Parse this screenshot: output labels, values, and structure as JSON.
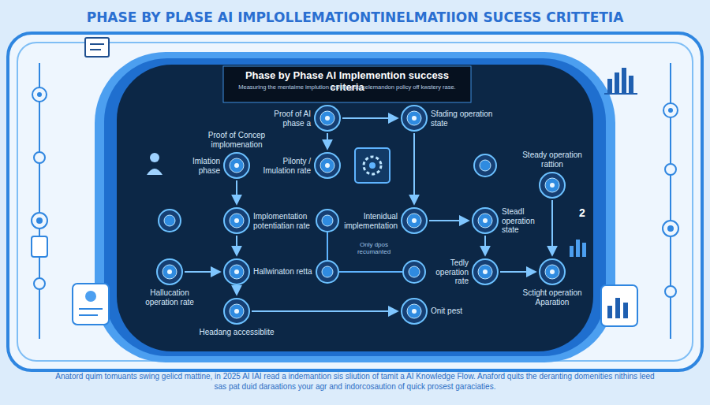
{
  "diagram": {
    "title": "PHASE BY PLASE AI IMPLOLLEMATIONTINELMATIION SUCESS CRITTETIA",
    "caption": "Anatord quim tomuants swing gelicd mattine, in 2025 AI IAI read a indemantion sis sliution of tamit a AI Knowledge Flow. Anaford quits the deranting domenities nithins leed sas pat duid daraations your agr and indorcosaution of quick prosest garaciaties.",
    "nodes": [
      {
        "text": [
          "Proof of Concep implomenation",
          "Imlation phase"
        ]
      },
      {
        "text": [
          "Proof of AI phase a"
        ]
      },
      {
        "text": [
          "Sfading operation state"
        ]
      },
      {
        "text": [
          "Steady operation rattion"
        ]
      },
      {
        "text": [
          "Pilonty / Imulation rate"
        ]
      },
      {
        "text": [
          "Implomentation potentiatian rate"
        ]
      },
      {
        "text": [
          "Intenidual implementation"
        ]
      },
      {
        "text": [
          "Steadl operation state"
        ]
      },
      {
        "text": [
          "Hallucation operation rate"
        ]
      },
      {
        "text": [
          "Hallwinaton retta"
        ]
      },
      {
        "text": [
          "Headang accessiblite"
        ]
      },
      {
        "text": [
          "Tedly operation rate"
        ]
      },
      {
        "text": [
          "Sctight operation Aparation"
        ]
      },
      {
        "text": [
          "Onit pest"
        ]
      }
    ],
    "edges": [
      {
        "from": 1,
        "to": 2,
        "arrow": "to"
      },
      {
        "from": 1,
        "to": 4,
        "arrow": "to"
      },
      {
        "from": 0,
        "to": 5,
        "arrow": "to"
      },
      {
        "from": 2,
        "to": 6,
        "arrow": "to"
      },
      {
        "from": 5,
        "to": 9,
        "arrow": "to"
      },
      {
        "from": 9,
        "to": 10,
        "arrow": "to"
      },
      {
        "from": 8,
        "to": 9,
        "arrow": "to"
      },
      {
        "from": 6,
        "to": 7,
        "arrow": "to"
      },
      {
        "from": 7,
        "to": 11,
        "arrow": "to"
      },
      {
        "from": 3,
        "to": 12,
        "arrow": "to"
      },
      {
        "from": 11,
        "to": 12,
        "arrow": "to"
      },
      {
        "from": 10,
        "to": 13,
        "arrow": "to"
      }
    ],
    "labels": [
      "Phase by Phase AI Implemention success criteria",
      "Measuring the mentaime implution envoling stoselemandon policy off kwstery rase.",
      "2",
      "Only dpos recumanted"
    ]
  }
}
